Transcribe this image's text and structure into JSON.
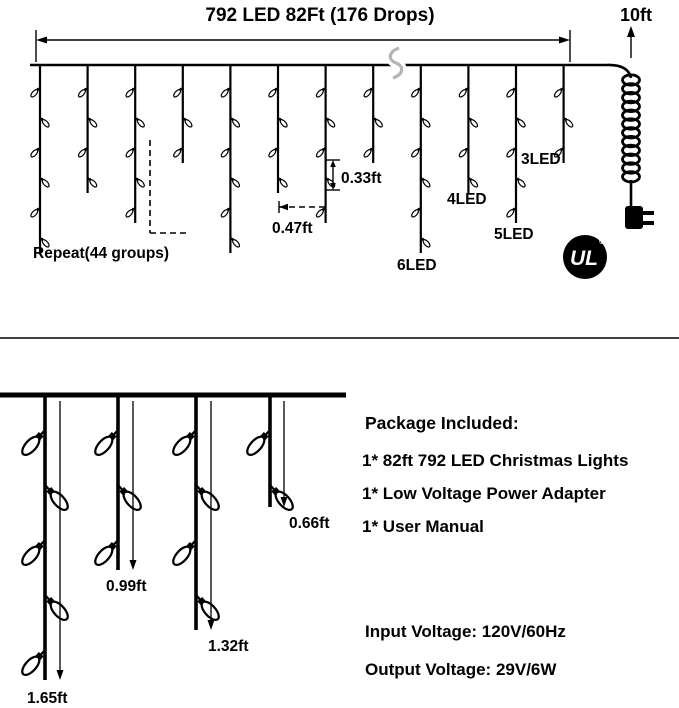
{
  "top": {
    "title": "792 LED 82Ft (176 Drops)",
    "height_label": "10ft",
    "repeat_label": "Repeat(44 groups)",
    "led_spacing_label": "0.33ft",
    "drop_spacing_label": "0.47ft",
    "led_labels": [
      "6LED",
      "4LED",
      "5LED",
      "3LED"
    ],
    "pattern": [
      6,
      4,
      5,
      3
    ],
    "groups_shown": 3,
    "ul_text": "UL",
    "registered_mark": "®"
  },
  "bottom": {
    "drops": [
      {
        "leds": 5,
        "length_label": "1.65ft"
      },
      {
        "leds": 3,
        "length_label": "0.99ft"
      },
      {
        "leds": 4,
        "length_label": "1.32ft"
      },
      {
        "leds": 2,
        "length_label": "0.66ft"
      }
    ],
    "package": {
      "heading": "Package Included:",
      "items": [
        "1* 82ft 792 LED Christmas Lights",
        "1* Low Voltage Power Adapter",
        "1* User Manual"
      ]
    },
    "specs": [
      "Input Voltage: 120V/60Hz",
      "Output Voltage: 29V/6W"
    ]
  }
}
